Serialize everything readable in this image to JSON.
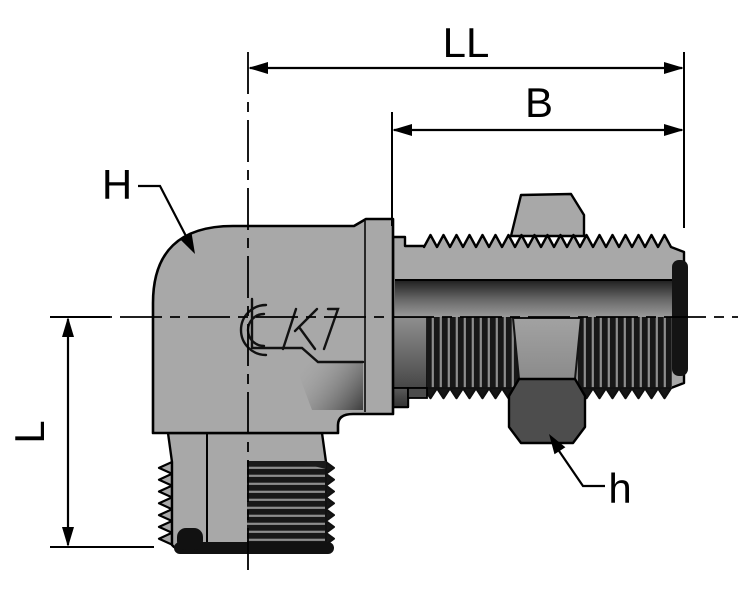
{
  "drawing": {
    "type": "technical-drawing",
    "part": "bulkhead-elbow-fitting",
    "labels": {
      "ll": "LL",
      "b": "B",
      "h_body": "H",
      "l_port": "L",
      "h_nut": "h"
    },
    "colors": {
      "background": "#ffffff",
      "body_gray": "#a8a8a8",
      "dark_gray": "#4d4d4d",
      "thread_dark": "#161616",
      "outline": "#000000"
    }
  }
}
